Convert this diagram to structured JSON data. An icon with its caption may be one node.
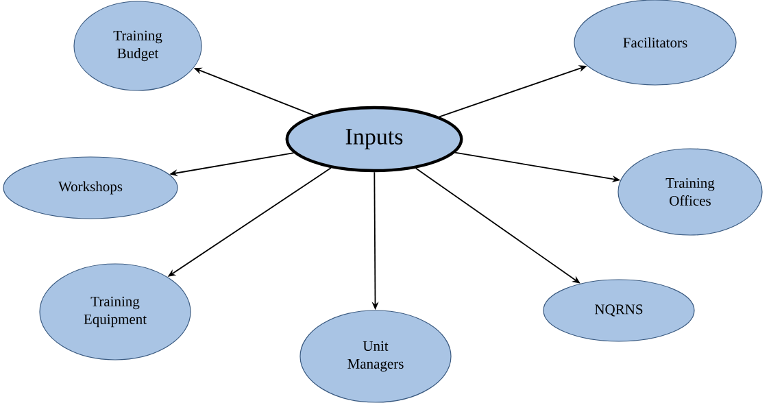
{
  "diagram": {
    "nodes": [
      {
        "text": [
          "Inputs"
        ]
      },
      {
        "text": [
          "Training Budget"
        ]
      },
      {
        "text": [
          "Facilitators"
        ]
      },
      {
        "text": [
          "Workshops"
        ]
      },
      {
        "text": [
          "Training Offices"
        ]
      },
      {
        "text": [
          "Training Equipment"
        ]
      },
      {
        "text": [
          "Unit Managers"
        ]
      },
      {
        "text": [
          "NQRNS"
        ]
      }
    ],
    "edges": [
      {
        "from": 0,
        "to": 1,
        "arrow": "to"
      },
      {
        "from": 0,
        "to": 2,
        "arrow": "to"
      },
      {
        "from": 0,
        "to": 3,
        "arrow": "to"
      },
      {
        "from": 0,
        "to": 4,
        "arrow": "to"
      },
      {
        "from": 0,
        "to": 5,
        "arrow": "to"
      },
      {
        "from": 0,
        "to": 6,
        "arrow": "to"
      },
      {
        "from": 0,
        "to": 7,
        "arrow": "to"
      }
    ]
  }
}
